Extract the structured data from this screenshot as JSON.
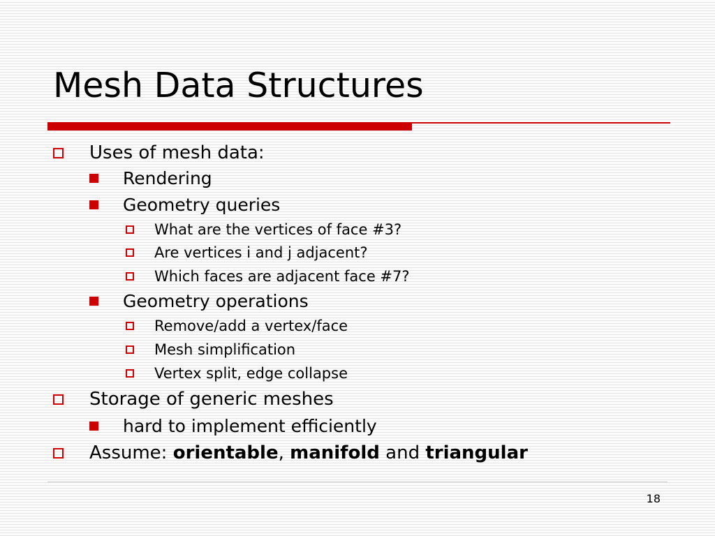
{
  "slide": {
    "title": "Mesh Data Structures",
    "page_number": "18",
    "accent_color": "#cc0000",
    "bullets": {
      "uses": "Uses of mesh data:",
      "rendering": "Rendering",
      "geometry_queries": "Geometry queries",
      "q_vertices_face": "What are the vertices of face #3?",
      "q_adjacent_vertices": "Are vertices i and j adjacent?",
      "q_adjacent_faces": "Which faces are adjacent face #7?",
      "geometry_operations": "Geometry operations",
      "op_remove_add": "Remove/add a vertex/face",
      "op_simplification": "Mesh simplification",
      "op_split_collapse": "Vertex split, edge collapse",
      "storage": "Storage of generic meshes",
      "hard_to_implement": "hard to implement efficiently",
      "assume": {
        "prefix": "Assume: ",
        "term1": "orientable",
        "sep1": ", ",
        "term2": "manifold",
        "sep2": " and ",
        "term3": "triangular"
      }
    },
    "bullet_icons": {
      "level1": "hollow-square-icon",
      "level2": "filled-square-icon",
      "level3": "hollow-square-icon"
    }
  }
}
